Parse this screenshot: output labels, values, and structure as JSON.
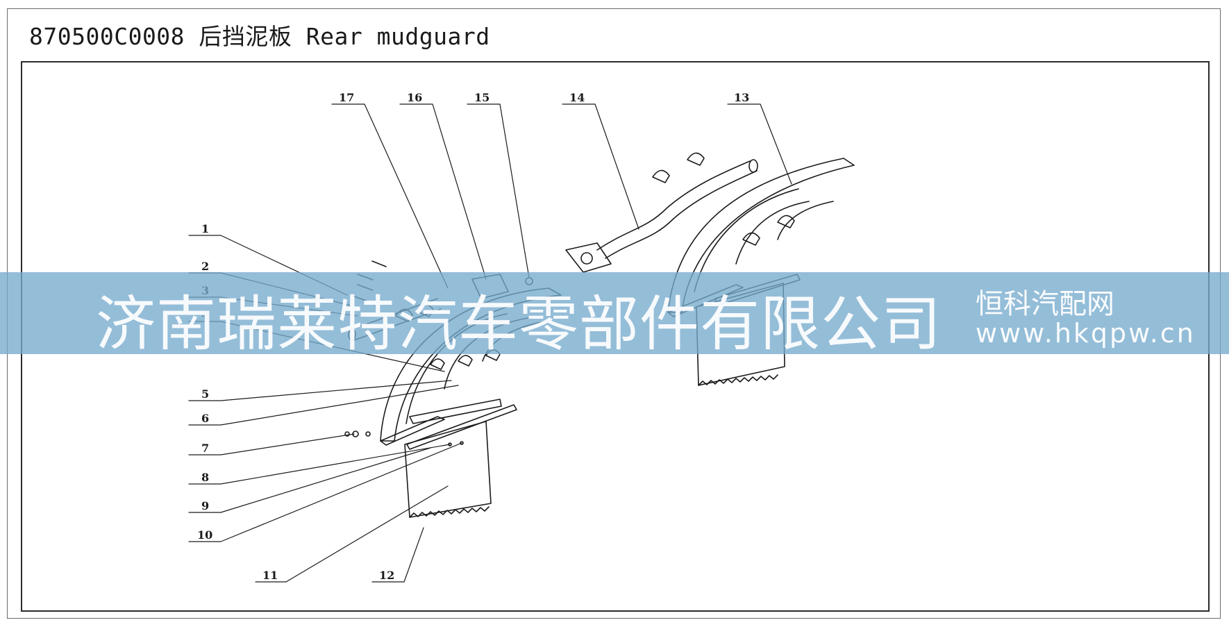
{
  "title": "870500C0008 后挡泥板 Rear mudguard",
  "watermark": {
    "company": "济南瑞莱特汽车零部件有限公司",
    "site_name": "恒科汽配网",
    "site_url": "www.hkqpw.cn"
  },
  "callouts": [
    "1",
    "2",
    "3",
    "4",
    "5",
    "6",
    "7",
    "8",
    "9",
    "10",
    "11",
    "12",
    "13",
    "14",
    "15",
    "16",
    "17"
  ],
  "colors": {
    "line": "#1a1a1a",
    "banner": "#76aacd"
  }
}
